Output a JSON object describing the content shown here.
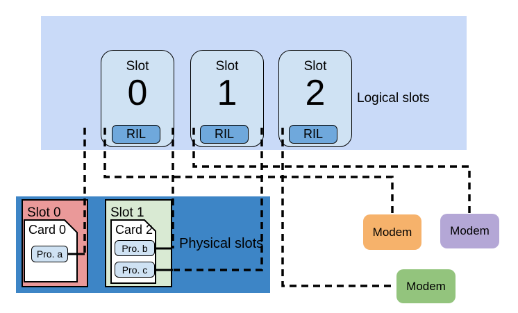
{
  "logical": {
    "caption": "Logical slots",
    "slots": [
      {
        "name": "Slot",
        "number": "0",
        "ril": "RIL"
      },
      {
        "name": "Slot",
        "number": "1",
        "ril": "RIL"
      },
      {
        "name": "Slot",
        "number": "2",
        "ril": "RIL"
      }
    ]
  },
  "physical": {
    "caption": "Physical slots",
    "slots": [
      {
        "title": "Slot 0",
        "card": "Card 0",
        "profiles": [
          "Pro. a"
        ]
      },
      {
        "title": "Slot 1",
        "card": "Card 2",
        "profiles": [
          "Pro. b",
          "Pro. c"
        ]
      }
    ]
  },
  "modems": [
    {
      "label": "Modem",
      "color": "#f6b26b"
    },
    {
      "label": "Modem",
      "color": "#b4a7d6"
    },
    {
      "label": "Modem",
      "color": "#93c47d"
    }
  ],
  "colors": {
    "logical_container": "#c9daf8",
    "logical_slot": "#cfe2f3",
    "ril": "#6fa8dc",
    "physical_container": "#3d85c6",
    "physical_slot_0": "#ea9999",
    "physical_slot_1": "#d9ead3",
    "card": "#ffffff",
    "profile": "#cfe2f3",
    "connector": "#000000",
    "background": "#ffffff"
  }
}
